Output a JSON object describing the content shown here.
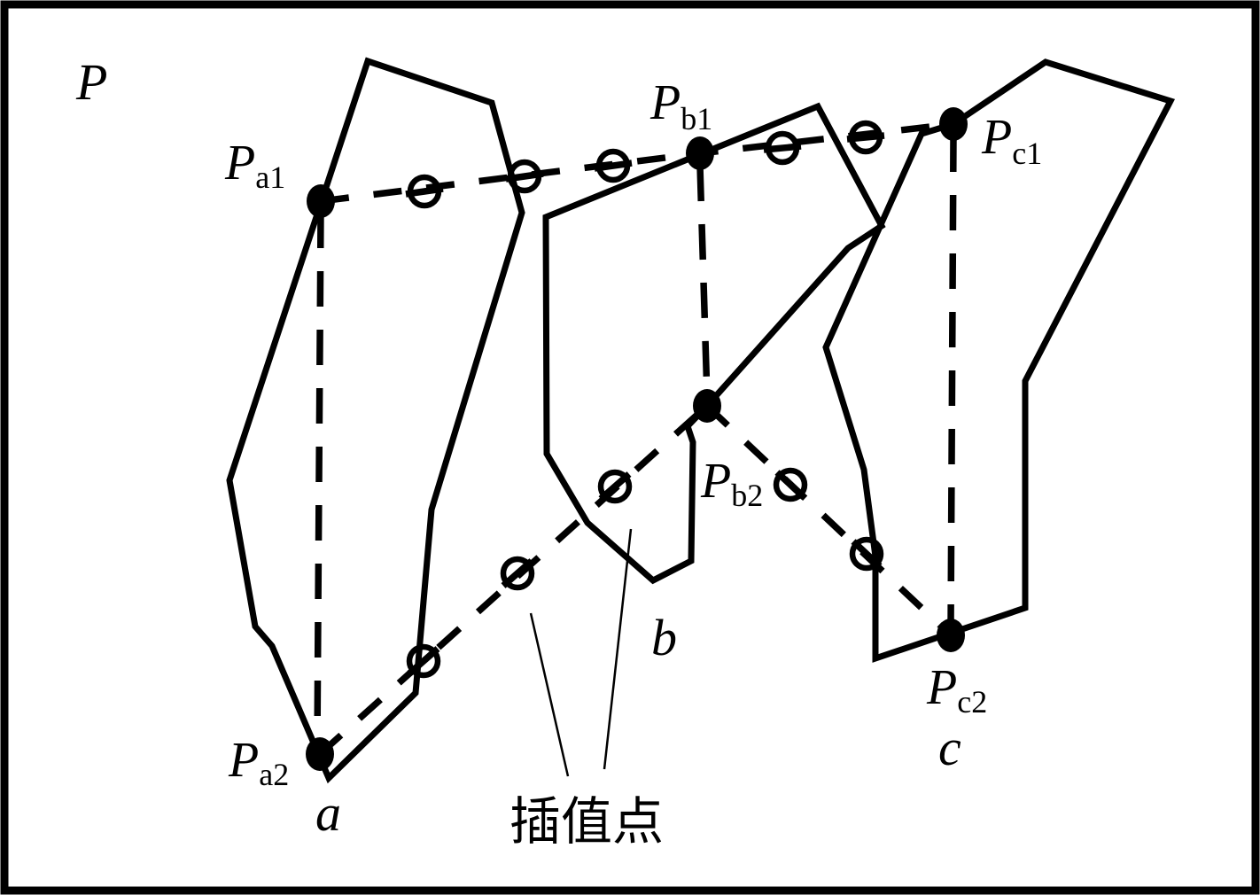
{
  "colors": {
    "ink": "#000000",
    "paper": "#ffffff"
  },
  "title_label": "P",
  "points": {
    "pa1": {
      "main": "P",
      "sub": "a1"
    },
    "pa2": {
      "main": "P",
      "sub": "a2"
    },
    "pb1": {
      "main": "P",
      "sub": "b1"
    },
    "pb2": {
      "main": "P",
      "sub": "b2"
    },
    "pc1": {
      "main": "P",
      "sub": "c1"
    },
    "pc2": {
      "main": "P",
      "sub": "c2"
    }
  },
  "slices": {
    "a": "a",
    "b": "b",
    "c": "c"
  },
  "annotation": {
    "interpolation_label": "插值点"
  }
}
